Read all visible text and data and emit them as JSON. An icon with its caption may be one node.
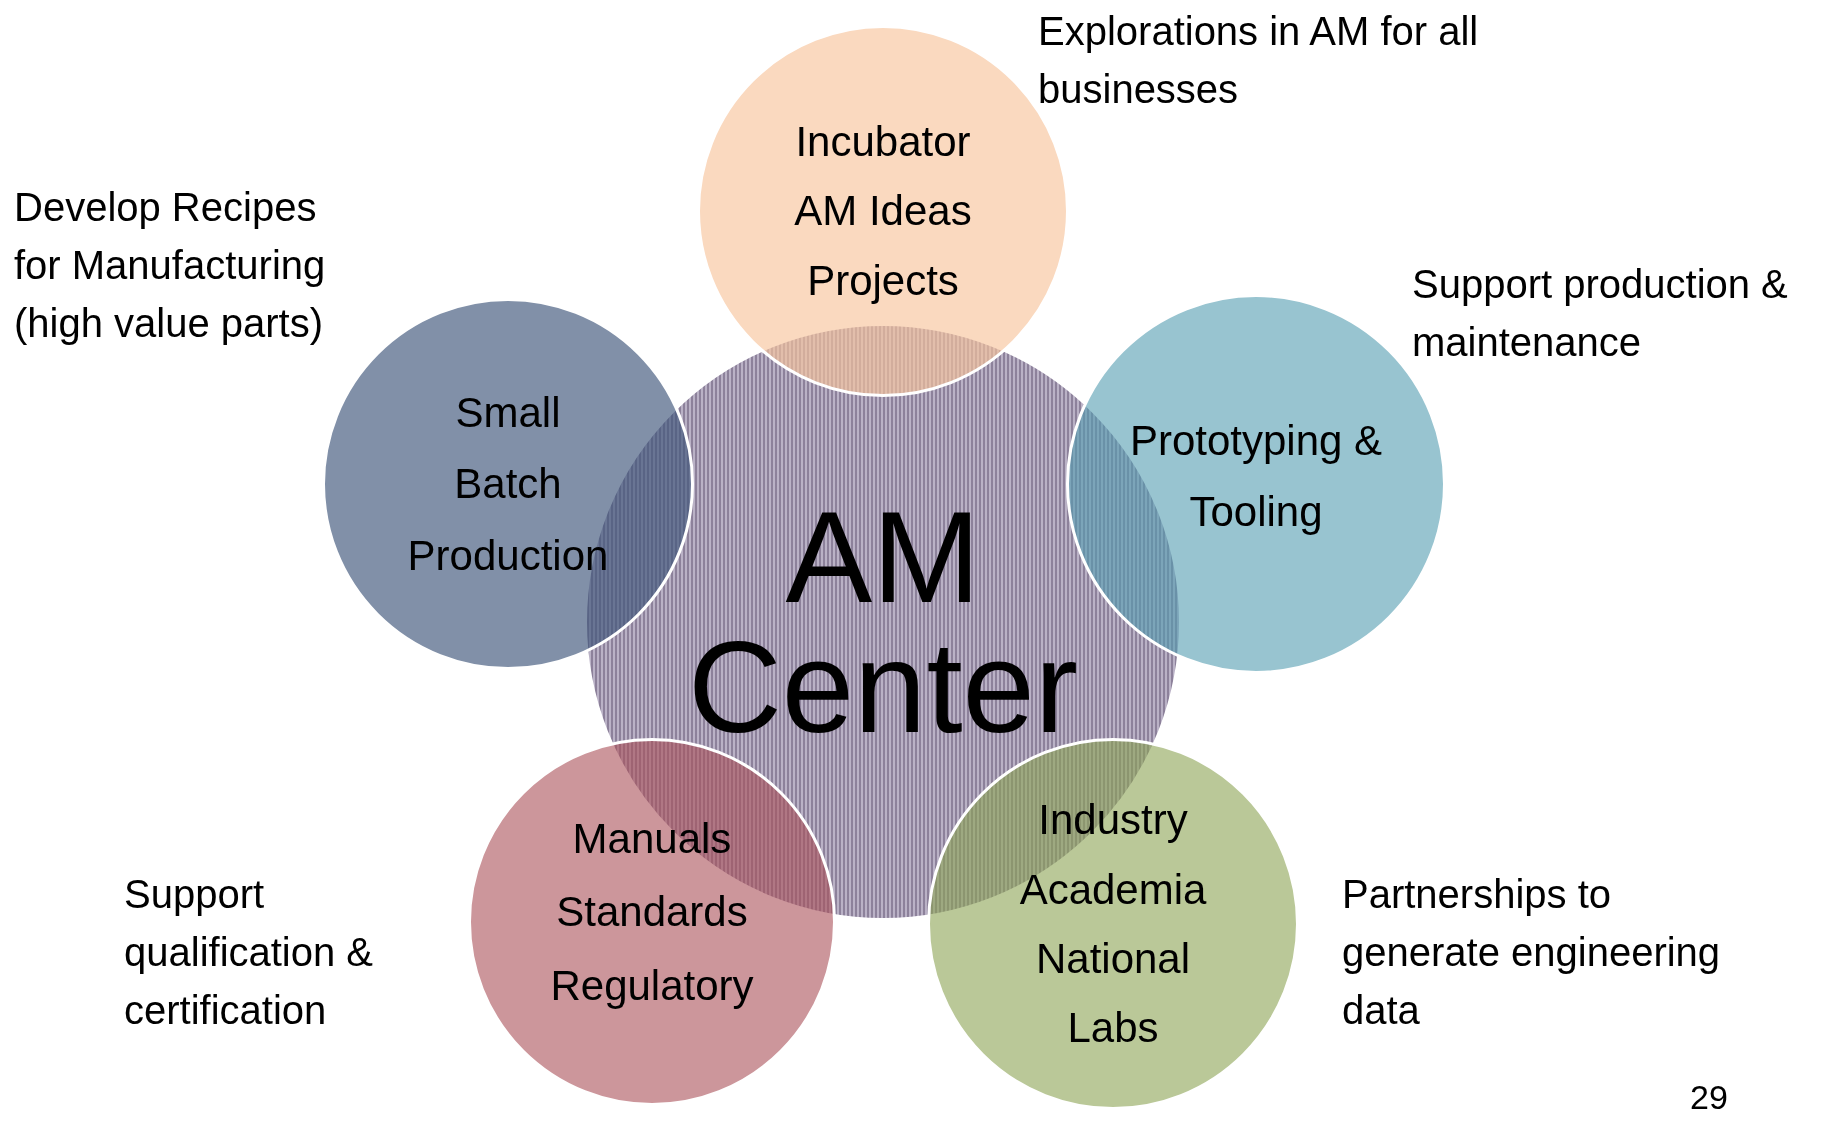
{
  "diagram": {
    "nodes": [
      {
        "text": [
          "AM Center"
        ]
      },
      {
        "text": [
          "Incubator AM Ideas Projects"
        ],
        "beside": [
          "Explorations in AM for all businesses"
        ]
      },
      {
        "text": [
          "Small Batch Production"
        ],
        "beside": [
          "Develop Recipes for Manufacturing (high value parts)"
        ]
      },
      {
        "text": [
          "Prototyping & Tooling"
        ],
        "beside": [
          "Support production & maintenance"
        ]
      },
      {
        "text": [
          "Manuals Standards Regulatory"
        ],
        "beside": [
          "Support qualification & certification"
        ]
      },
      {
        "text": [
          "Industry Academia National Labs"
        ],
        "beside": [
          "Partnerships to generate engineering data"
        ]
      }
    ],
    "labels": [
      "29"
    ]
  }
}
